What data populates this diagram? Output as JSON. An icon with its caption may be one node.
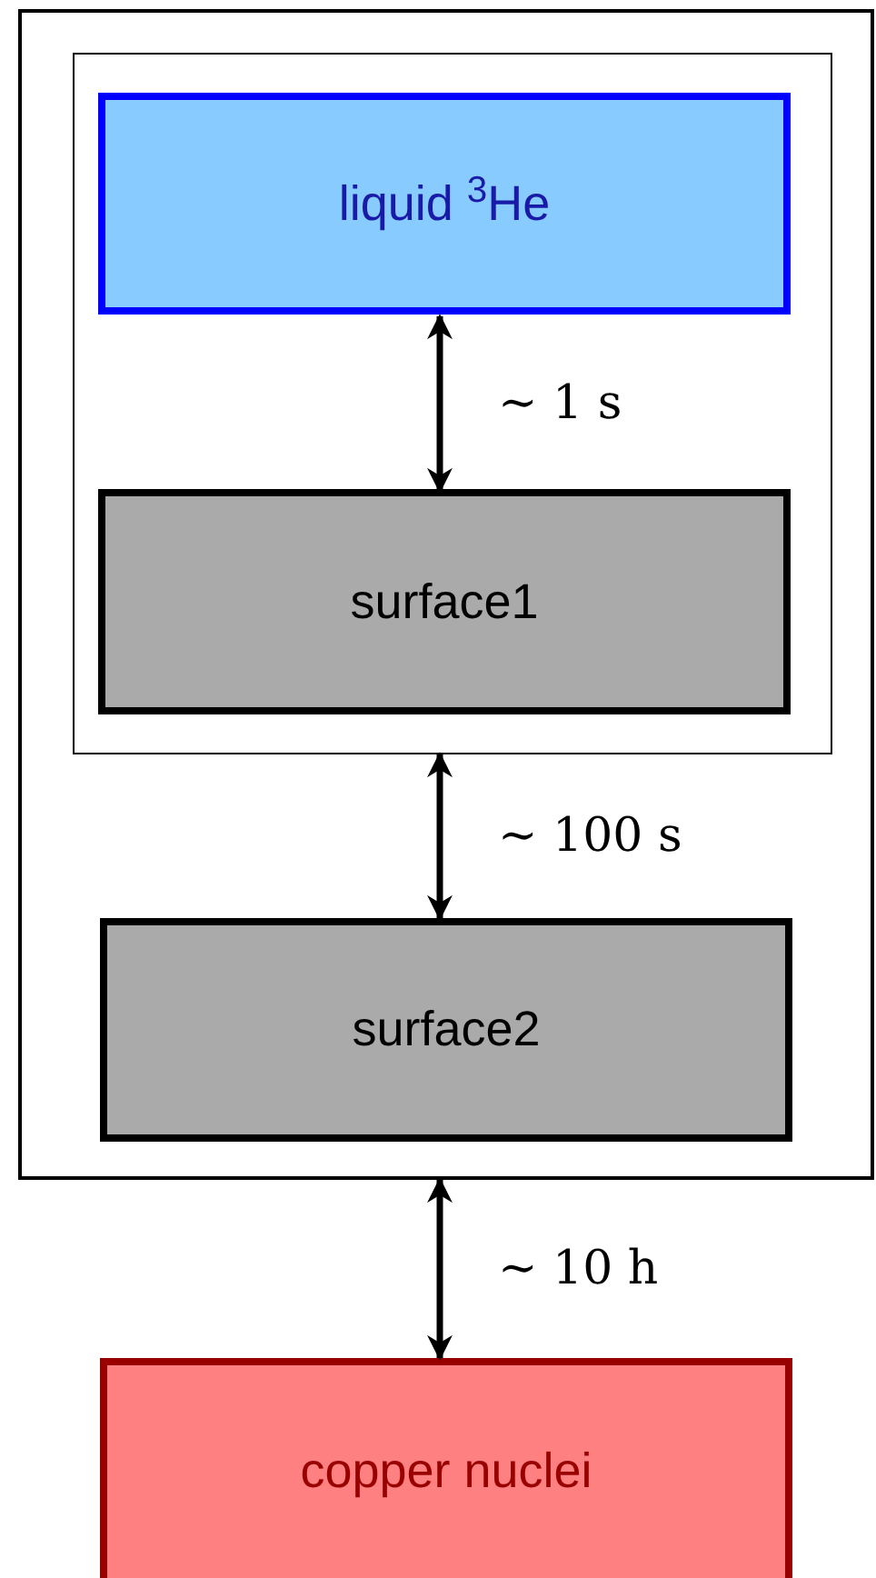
{
  "diagram": {
    "nodes": [
      {
        "text": [],
        "shape": "box"
      },
      {
        "text": [],
        "shape": "box",
        "in": 0
      },
      {
        "text": [
          "liquid $^{3}$He"
        ],
        "in": 1
      },
      {
        "text": [
          "surface1"
        ],
        "in": 1
      },
      {
        "text": [
          "surface2"
        ],
        "in": 0
      },
      {
        "text": [
          "copper nuclei"
        ]
      }
    ],
    "edges": [
      {
        "from": 2,
        "to": 3,
        "arrow": "both",
        "label": "∼ 1 s"
      },
      {
        "from": 1,
        "to": 4,
        "arrow": "both",
        "label": "∼ 100 s"
      },
      {
        "from": 0,
        "to": 5,
        "arrow": "both",
        "label": "∼ 10 h"
      }
    ]
  }
}
